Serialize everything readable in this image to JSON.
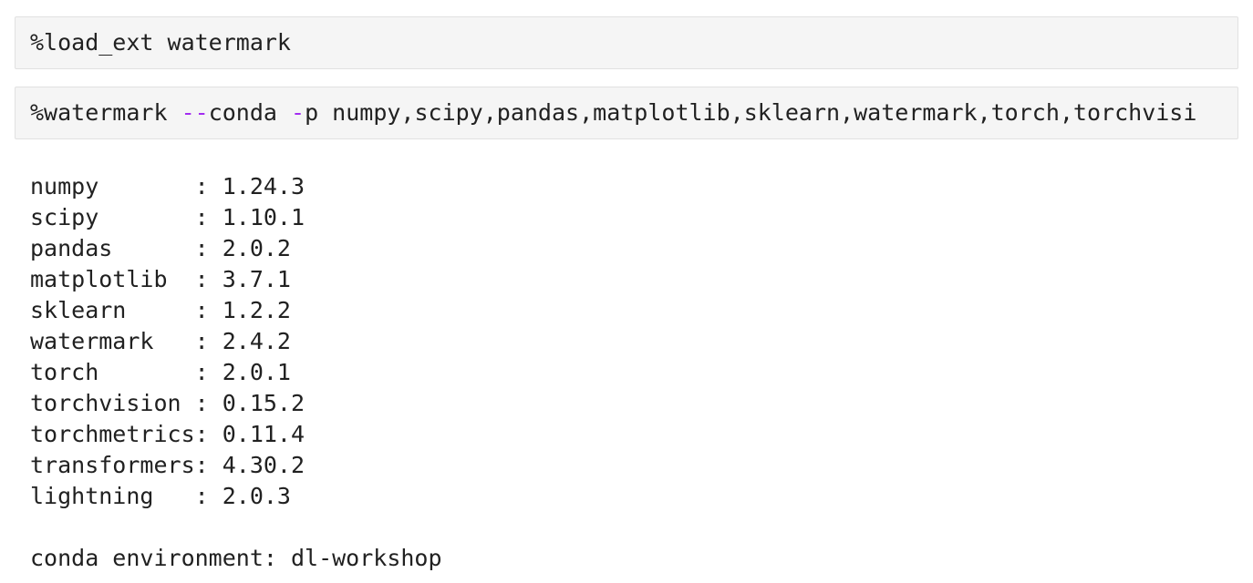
{
  "colors": {
    "page_background": "#ffffff",
    "cell_background": "#f5f5f5",
    "cell_border": "#e1e1e1",
    "code_text": "#212121",
    "operator_purple": "#a32cf0"
  },
  "cells": [
    {
      "name": "load-ext-cell",
      "tokens": [
        {
          "text": "%load_ext watermark",
          "style": "plain"
        }
      ]
    },
    {
      "name": "watermark-cell",
      "tokens": [
        {
          "text": "%watermark ",
          "style": "plain"
        },
        {
          "text": "--",
          "style": "operator"
        },
        {
          "text": "conda ",
          "style": "plain"
        },
        {
          "text": "-",
          "style": "operator"
        },
        {
          "text": "p numpy,scipy,pandas,matplotlib,sklearn,watermark,torch,torchvisi",
          "style": "plain"
        }
      ]
    }
  ],
  "output": {
    "packages": [
      {
        "name": "numpy",
        "version": "1.24.3"
      },
      {
        "name": "scipy",
        "version": "1.10.1"
      },
      {
        "name": "pandas",
        "version": "2.0.2"
      },
      {
        "name": "matplotlib",
        "version": "3.7.1"
      },
      {
        "name": "sklearn",
        "version": "1.2.2"
      },
      {
        "name": "watermark",
        "version": "2.4.2"
      },
      {
        "name": "torch",
        "version": "2.0.1"
      },
      {
        "name": "torchvision",
        "version": "0.15.2"
      },
      {
        "name": "torchmetrics",
        "version": "0.11.4"
      },
      {
        "name": "transformers",
        "version": "4.30.2"
      },
      {
        "name": "lightning",
        "version": "2.0.3"
      }
    ],
    "name_pad_width": 12,
    "environment_line": "conda environment: dl-workshop"
  }
}
